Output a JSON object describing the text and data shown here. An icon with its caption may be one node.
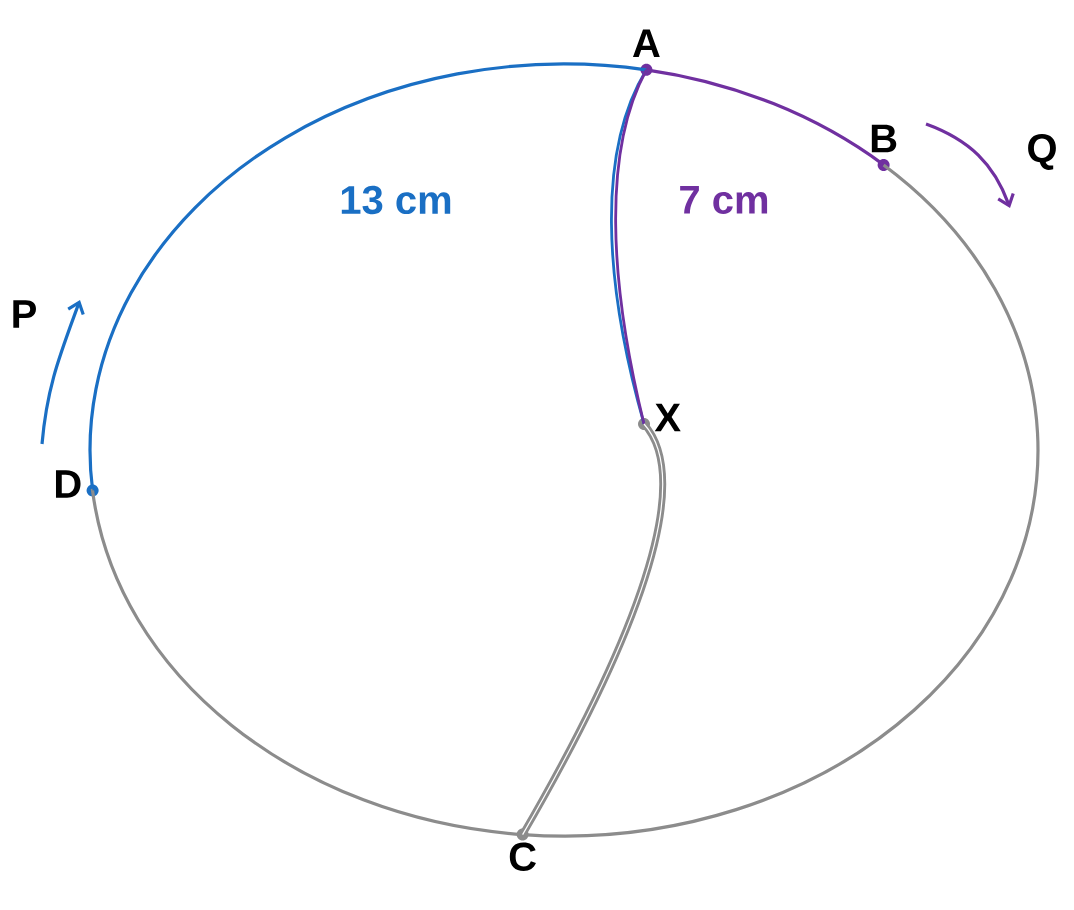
{
  "diagram": {
    "nodes": [
      {
        "text": [
          "A"
        ]
      },
      {
        "text": [
          "B"
        ]
      },
      {
        "text": [
          "X"
        ]
      },
      {
        "text": [
          "D"
        ]
      },
      {
        "text": [
          "C"
        ]
      }
    ],
    "edges": [
      {
        "from": 3,
        "to": 0,
        "arrow": "none",
        "label": "13 cm",
        "color": "#1a6fc4"
      },
      {
        "from": 0,
        "to": 1,
        "arrow": "none",
        "label": "7 cm",
        "color": "#7030a0"
      },
      {
        "from": 1,
        "to": 4,
        "arrow": "none"
      },
      {
        "from": 4,
        "to": 3,
        "arrow": "none"
      },
      {
        "from": 0,
        "to": 2,
        "arrow": "none",
        "color": "#1a6fc4"
      },
      {
        "from": 0,
        "to": 2,
        "arrow": "none",
        "color": "#7030a0"
      },
      {
        "from": 2,
        "to": 4,
        "arrow": "none",
        "style": "thick"
      }
    ],
    "labels": [
      "P",
      "Q"
    ]
  }
}
